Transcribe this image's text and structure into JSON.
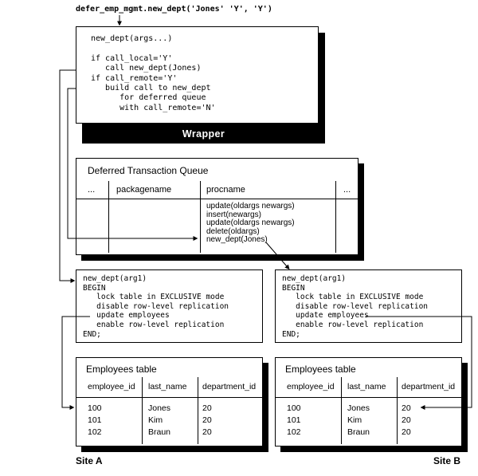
{
  "entry_call": "defer_emp_mgmt.new_dept('Jones' 'Y', 'Y')",
  "wrapper": {
    "label": "Wrapper",
    "code": "new_dept(args...)\n\nif call_local='Y'\n   call new_dept(Jones)\nif call_remote='Y'\n   build call to new_dept\n      for deferred queue\n      with call_remote='N'"
  },
  "queue": {
    "title": "Deferred Transaction Queue",
    "headers": [
      "...",
      "packagename",
      "procname",
      "..."
    ],
    "procname_entries": "update(oldargs newargs)\ninsert(newargs)\nupdate(oldargs newargs)\ndelete(oldargs)\nnew_dept(Jones)"
  },
  "proc": {
    "code": "new_dept(arg1)\nBEGIN\n   lock table in EXCLUSIVE mode\n   disable row-level replication\n   update employees\n   enable row-level replication\nEND;"
  },
  "employees": {
    "title": "Employees table",
    "headers": [
      "employee_id",
      "last_name",
      "department_id"
    ],
    "rows": [
      [
        "100",
        "Jones",
        "20"
      ],
      [
        "101",
        "Kim",
        "20"
      ],
      [
        "102",
        "Braun",
        "20"
      ]
    ]
  },
  "sites": {
    "a": "Site A",
    "b": "Site B"
  }
}
